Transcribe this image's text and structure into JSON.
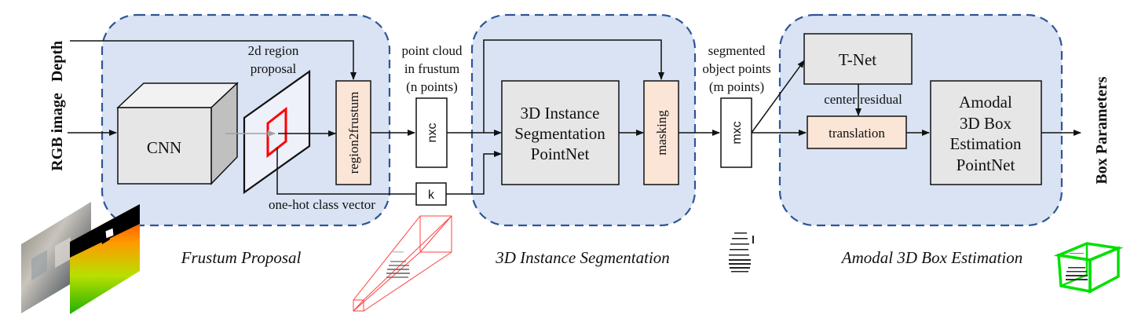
{
  "colors": {
    "panel_fill": "#d9e3f3",
    "panel_border": "#2f5597",
    "gray_box": "#e6e6e6",
    "cube_side": "#c0c0c0",
    "cube_top": "#f2f2f2",
    "peach_box": "#fbe5d6",
    "plane_fill": "#eef1fa",
    "proposal_red": "#ff0000",
    "frustum_red": "#ff4040",
    "box_green": "#00e000",
    "line": "#111111"
  },
  "inputs": {
    "depth": "Depth",
    "rgb": "RGB image"
  },
  "output": {
    "label": "Box Parameters"
  },
  "stages": [
    {
      "name": "Frustum Proposal"
    },
    {
      "name": "3D Instance Segmentation"
    },
    {
      "name": "Amodal 3D Box Estimation"
    }
  ],
  "frustum_proposal": {
    "cnn": "CNN",
    "region_label_line1": "2d region",
    "region_label_line2": "proposal",
    "region2frustum": "region2frustum",
    "onehot": "one-hot class vector"
  },
  "point_cloud": {
    "line1": "point cloud",
    "line2": "in frustum",
    "line3": "(n points)",
    "tensor": "nxc",
    "k": "k"
  },
  "segmentation": {
    "line1": "3D Instance",
    "line2": "Segmentation",
    "line3": "PointNet",
    "masking": "masking"
  },
  "segmented": {
    "line1": "segmented",
    "line2": "object points",
    "line3": "(m points)",
    "tensor": "mxc"
  },
  "box_estimation": {
    "tnet": "T-Net",
    "center_residual": "center residual",
    "translation": "translation",
    "line1": "Amodal",
    "line2": "3D Box",
    "line3": "Estimation",
    "line4": "PointNet"
  }
}
